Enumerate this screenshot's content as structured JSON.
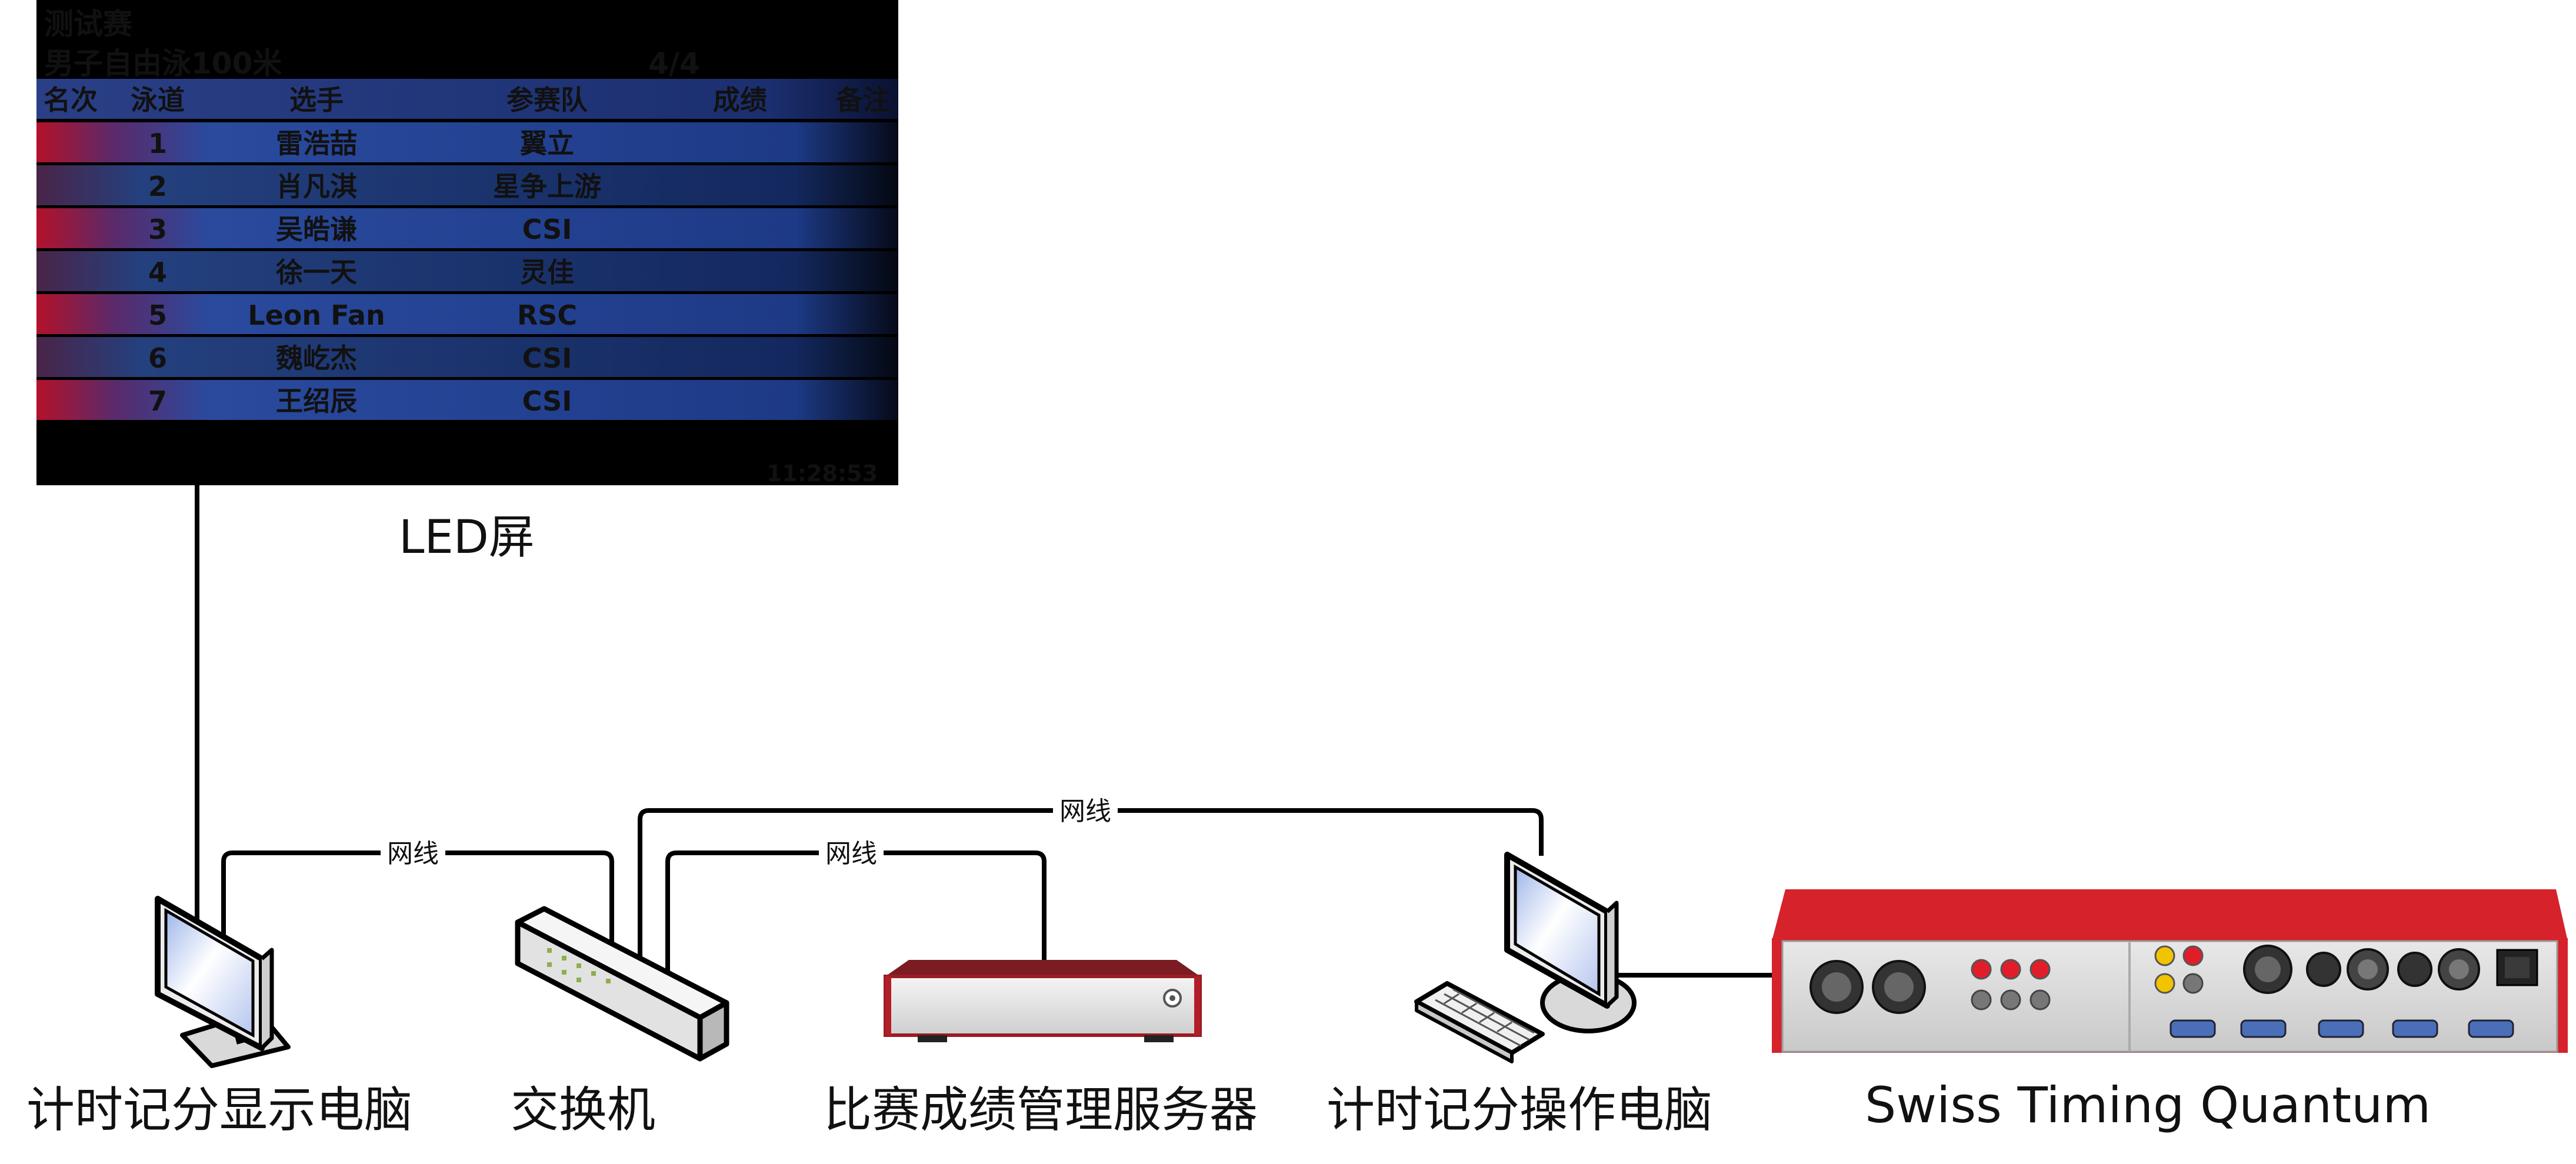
{
  "scoreboard": {
    "event": "测试赛",
    "race": "男子自由泳100米",
    "heat": "4/4",
    "headers": [
      "名次",
      "泳道",
      "选手",
      "参赛队",
      "成绩",
      "备注"
    ],
    "rows": [
      {
        "lane": "1",
        "name": "雷浩喆",
        "team": "翼立"
      },
      {
        "lane": "2",
        "name": "肖凡淇",
        "team": "星争上游"
      },
      {
        "lane": "3",
        "name": "吴皓谦",
        "team": "CSI"
      },
      {
        "lane": "4",
        "name": "徐一天",
        "team": "灵佳"
      },
      {
        "lane": "5",
        "name": "Leon Fan",
        "team": "RSC"
      },
      {
        "lane": "6",
        "name": "魏屹杰",
        "team": "CSI"
      },
      {
        "lane": "7",
        "name": "王绍辰",
        "team": "CSI"
      }
    ],
    "clock": "11:28:53"
  },
  "labels": {
    "led": "LED屏",
    "display_pc": "计时记分显示电脑",
    "switch": "交换机",
    "server": "比赛成绩管理服务器",
    "operator_pc": "计时记分操作电脑",
    "quantum": "Swiss Timing Quantum"
  },
  "cable_labels": {
    "c1": "网线",
    "c2": "网线",
    "c3": "网线"
  },
  "colors": {
    "board_bg": "#000000",
    "row_blue": "#1f3c8c",
    "row_red": "#b3112a",
    "clock": "#19c8d8",
    "device_red": "#d5222b"
  }
}
